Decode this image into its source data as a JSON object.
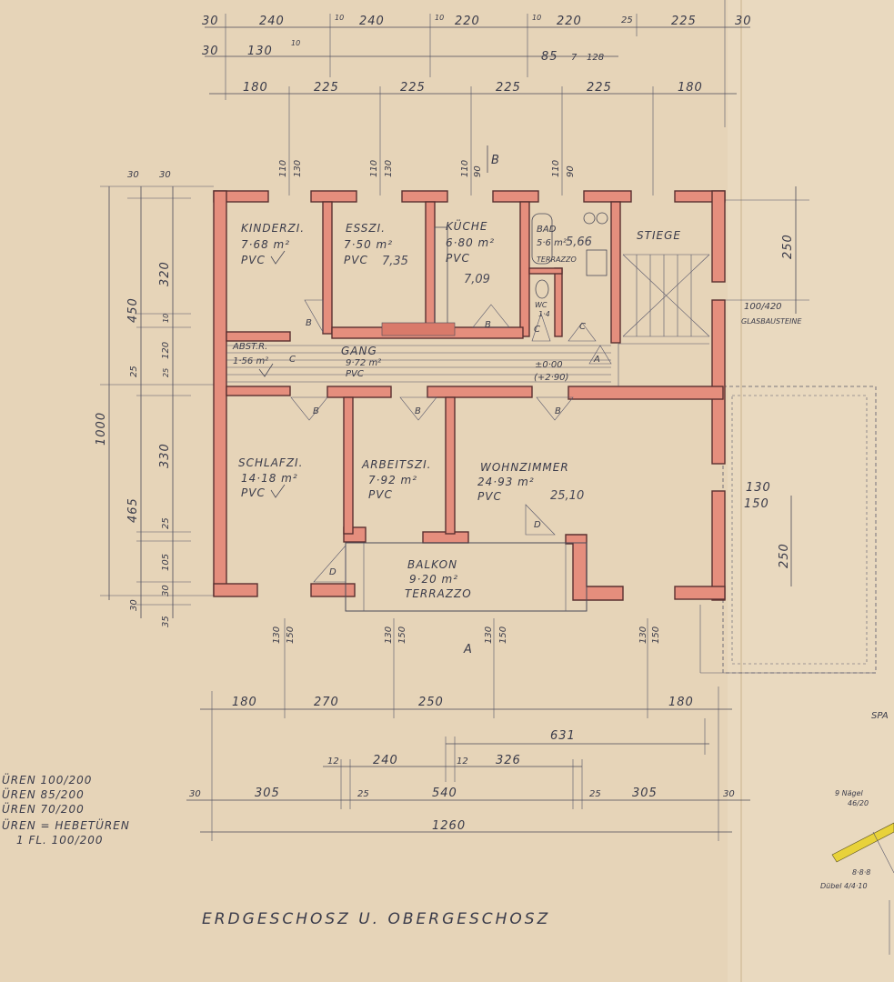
{
  "title": "ERDGESCHOSZ U. OBERGESCHOSZ",
  "rooms": {
    "kinderzimmer": {
      "name": "KINDERZI.",
      "area": "7·68 m²",
      "floor": "PVC"
    },
    "esszimmer": {
      "name": "ESSZI.",
      "area": "7·50 m²",
      "floor": "PVC",
      "note": "7,35"
    },
    "kueche": {
      "name": "KÜCHE",
      "area": "6·80 m²",
      "floor": "PVC",
      "note": "7,09"
    },
    "bad": {
      "name": "BAD",
      "area": "5·6 m²",
      "floor": "TERRAZZO",
      "note": "5,66"
    },
    "wc": {
      "name": "WC",
      "area": "1·4"
    },
    "stiege": {
      "name": "STIEGE"
    },
    "abstellraum": {
      "name": "ABST.R.",
      "area": "1·56 m²"
    },
    "gang": {
      "name": "GANG",
      "area": "9·72 m²",
      "floor": "PVC"
    },
    "schlafzimmer": {
      "name": "SCHLAFZI.",
      "area": "14·18 m²",
      "floor": "PVC"
    },
    "arbeitszimmer": {
      "name": "ARBEITSZI.",
      "area": "7·92 m²",
      "floor": "PVC"
    },
    "wohnzimmer": {
      "name": "WOHNZIMMER",
      "area": "24·93 m²",
      "floor": "PVC",
      "note": "25,10"
    },
    "balkon": {
      "name": "BALKON",
      "area": "9·20 m²",
      "floor": "TERRAZZO"
    }
  },
  "level_marks": {
    "ground": "±0·00",
    "upper": "(+2·90)"
  },
  "glass_blocks": {
    "value": "100/420",
    "label": "GLASBAUSTEINE"
  },
  "section_marks": {
    "a": "A",
    "b": "B"
  },
  "door_marks": {
    "a": "A",
    "b": "B",
    "c": "C",
    "d": "D"
  },
  "dims_top": {
    "row1": [
      "30",
      "240",
      "10",
      "240",
      "10",
      "220",
      "10",
      "220",
      "25",
      "225",
      "30"
    ],
    "row2": [
      "30",
      "130",
      "10",
      "85",
      "7",
      "128"
    ],
    "row3": [
      "180",
      "225",
      "225",
      "225",
      "225",
      "180"
    ],
    "openings": [
      "110",
      "130",
      "110",
      "130",
      "110",
      "90",
      "110",
      "90"
    ]
  },
  "dims_left": [
    "30",
    "30",
    "450",
    "320",
    "10",
    "120",
    "25",
    "25",
    "1000",
    "330",
    "465",
    "25",
    "105",
    "30",
    "30",
    "35"
  ],
  "dims_right": [
    "250",
    "130",
    "150",
    "250"
  ],
  "dims_bottom": {
    "openings": [
      "130",
      "150",
      "130",
      "150",
      "130",
      "150",
      "130",
      "150"
    ],
    "row1": [
      "180",
      "270",
      "250",
      "180"
    ],
    "row2": [
      "631"
    ],
    "row3": [
      "12",
      "240",
      "12",
      "326"
    ],
    "row4": [
      "30",
      "305",
      "25",
      "540",
      "25",
      "305",
      "30"
    ],
    "total": "1260"
  },
  "legend": [
    "ÜREN    100/200",
    "ÜREN    85/200",
    "ÜREN    70/200",
    "ÜREN = HEBETÜREN",
    "1 FL.   100/200"
  ],
  "side_notes": {
    "spa": "SPA",
    "n1": "9 Nägel",
    "n2": "46/20",
    "n3": "8·8·8",
    "n4": "Dübel 4/4·10"
  }
}
